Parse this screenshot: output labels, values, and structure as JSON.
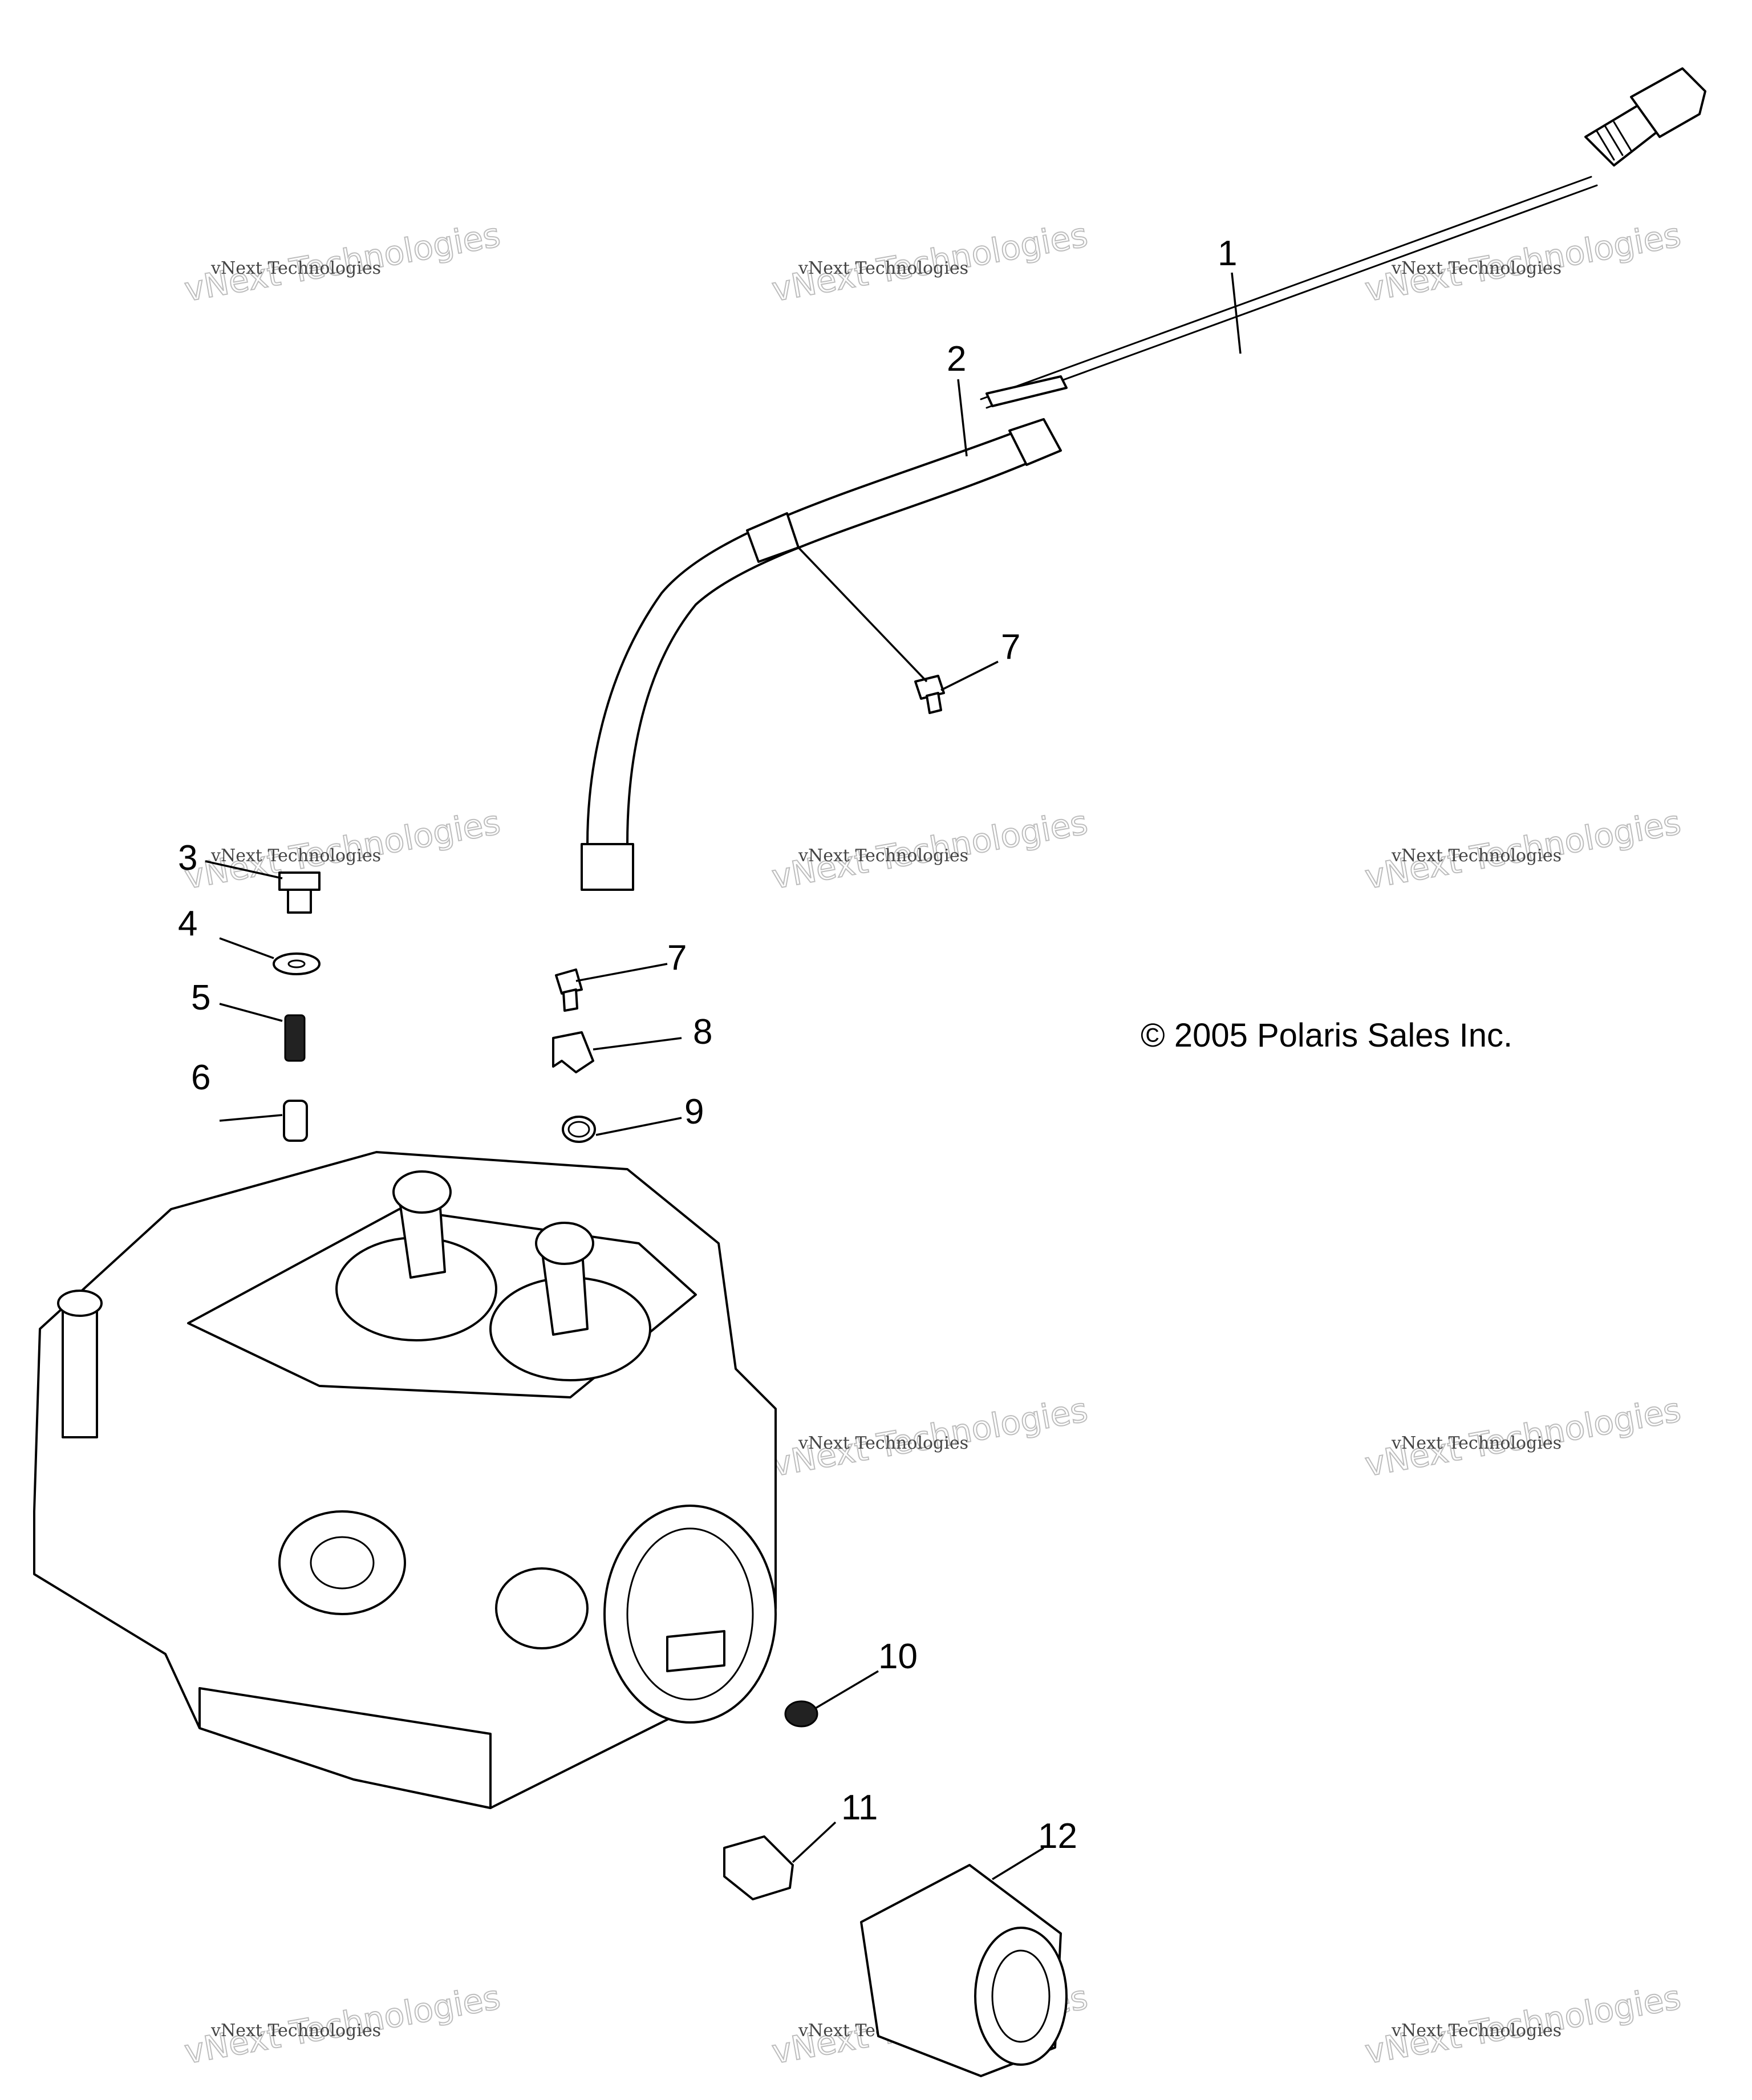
{
  "callouts": [
    {
      "id": "1",
      "label": "1"
    },
    {
      "id": "2",
      "label": "2"
    },
    {
      "id": "3",
      "label": "3"
    },
    {
      "id": "4",
      "label": "4"
    },
    {
      "id": "5",
      "label": "5"
    },
    {
      "id": "6",
      "label": "6"
    },
    {
      "id": "7a",
      "label": "7"
    },
    {
      "id": "7b",
      "label": "7"
    },
    {
      "id": "8",
      "label": "8"
    },
    {
      "id": "9",
      "label": "9"
    },
    {
      "id": "10",
      "label": "10"
    },
    {
      "id": "11",
      "label": "11"
    },
    {
      "id": "12",
      "label": "12"
    }
  ],
  "copyright": "© 2005 Polaris Sales Inc.",
  "watermark": {
    "small": "vNext Technologies",
    "big": "vNext Technologies"
  }
}
